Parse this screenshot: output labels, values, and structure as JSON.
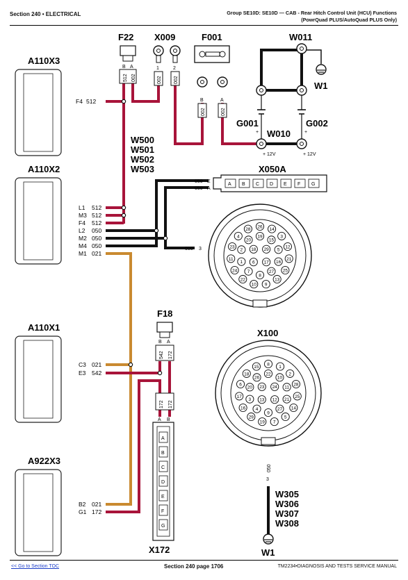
{
  "header": {
    "section": "Section 240 • ELECTRICAL",
    "group": "Group SE10D: SE10D — CAB - Rear Hitch Control Unit (HCU) Functions",
    "subtitle": "(PowrQuad PLUS/AutoQuad PLUS Only)"
  },
  "footer": {
    "toc_link": "<< Go to Section TOC",
    "page": "Section 240 page 1706",
    "manual": "TM2234•DIAGNOSIS AND TESTS SERVICE MANUAL"
  },
  "colors": {
    "red_wire": "#a8143a",
    "pink_wire": "#d98fa4",
    "orange_wire": "#c98a30",
    "black_wire": "#111111"
  },
  "connectors": {
    "a110x3": "A110X3",
    "a110x2": "A110X2",
    "a110x1": "A110X1",
    "a922x3": "A922X3",
    "x050a": "X050A",
    "x100": "X100",
    "x172": "X172",
    "x009": "X009"
  },
  "components": {
    "f22": "F22",
    "f18": "F18",
    "f001": "F001",
    "w011": "W011",
    "w1_top": "W1",
    "w1_bottom": "W1",
    "g001": "G001",
    "g002": "G002",
    "w010": "W010",
    "plus12_a": "+ 12V",
    "plus12_b": "+ 12V"
  },
  "harness_labels": [
    "W500",
    "W501",
    "W502",
    "W503"
  ],
  "harness_labels_bottom": [
    "W305",
    "W306",
    "W307",
    "W308"
  ],
  "pins": {
    "a110x3": [
      {
        "pin": "F4",
        "wire": "512"
      }
    ],
    "a110x2": [
      {
        "pin": "L1",
        "wire": "512"
      },
      {
        "pin": "M3",
        "wire": "512"
      },
      {
        "pin": "F4",
        "wire": "512"
      },
      {
        "pin": "L2",
        "wire": "050"
      },
      {
        "pin": "M2",
        "wire": "050"
      },
      {
        "pin": "M4",
        "wire": "050"
      },
      {
        "pin": "M1",
        "wire": "021"
      }
    ],
    "a110x1": [
      {
        "pin": "C3",
        "wire": "021"
      },
      {
        "pin": "E3",
        "wire": "542"
      }
    ],
    "a922x3": [
      {
        "pin": "B2",
        "wire": "021"
      },
      {
        "pin": "G1",
        "wire": "172"
      }
    ],
    "x050a_pins": [
      "A",
      "B",
      "C",
      "D",
      "E",
      "F",
      "G"
    ],
    "x050a_wires": [
      {
        "pin": "E",
        "wire": "050"
      },
      {
        "pin": "A",
        "wire": "050"
      }
    ],
    "x050a_3": {
      "pin": "3",
      "wire": "050"
    },
    "x172_pins": [
      "A",
      "B",
      "C",
      "D",
      "E",
      "F",
      "G"
    ],
    "x172_top": [
      "A",
      "B"
    ],
    "f22_pins": {
      "b": "B",
      "a": "A",
      "wire_b": "512",
      "wire_a": "002"
    },
    "x009_wires": [
      {
        "pin": "1",
        "wire": "002"
      },
      {
        "pin": "2",
        "wire": "002"
      }
    ],
    "f001_pins": {
      "b": "B",
      "a": "A",
      "wire_b": "002",
      "wire_a": "002"
    },
    "f18_pins": {
      "b": "B",
      "a": "A",
      "wire_b": "542",
      "wire_a": "172",
      "wire_low_b": "172",
      "wire_low_a": "172"
    },
    "x100_wire": {
      "pin": "3",
      "wire": "050"
    }
  },
  "circle_pins_x050a": [
    "29",
    "17",
    "6",
    "18",
    "19",
    "15",
    "5",
    "16",
    "27",
    "8",
    "7",
    "1",
    "2",
    "20",
    "26",
    "14",
    "3",
    "12",
    "21",
    "25",
    "13",
    "9",
    "10",
    "22",
    "24",
    "11",
    "23",
    "4",
    "28"
  ],
  "circle_pins_x100": [
    "24",
    "12",
    "13",
    "23",
    "22",
    "10",
    "11",
    "21",
    "27",
    "9",
    "4",
    "3",
    "20",
    "26",
    "8",
    "1",
    "2",
    "28",
    "25",
    "14",
    "5",
    "7",
    "19",
    "29",
    "16",
    "17",
    "6",
    "18",
    "15"
  ]
}
